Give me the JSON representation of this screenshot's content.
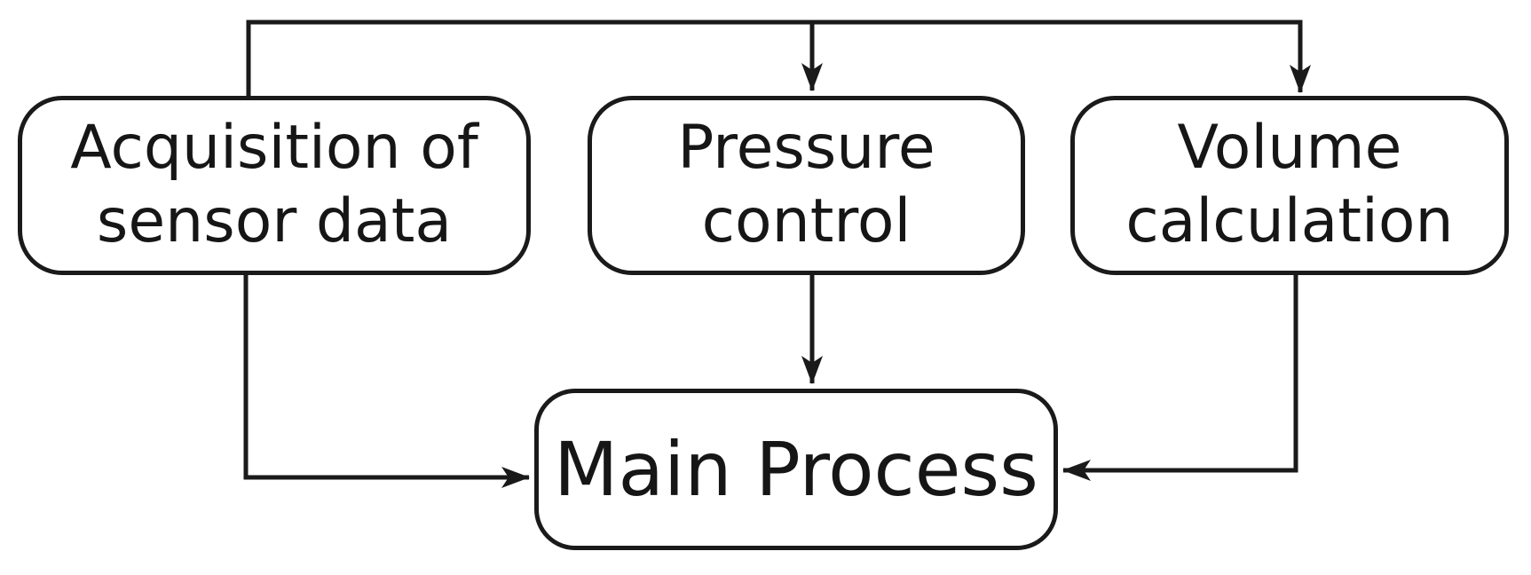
{
  "diagram": {
    "type": "flowchart",
    "colors": {
      "stroke": "#1a1a1a",
      "background": "#ffffff",
      "text": "#161616"
    },
    "nodes": {
      "acquisition": {
        "id": "acquisition",
        "label": "Acquisition of\nsensor data"
      },
      "pressure": {
        "id": "pressure",
        "label": "Pressure\ncontrol"
      },
      "volume": {
        "id": "volume",
        "label": "Volume\ncalculation"
      },
      "main": {
        "id": "main",
        "label": "Main Process"
      }
    },
    "edges": [
      {
        "from": "acquisition",
        "to": "pressure",
        "style": "arrow",
        "route": "top-rail"
      },
      {
        "from": "acquisition",
        "to": "volume",
        "style": "arrow",
        "route": "top-rail"
      },
      {
        "from": "pressure",
        "to": "main",
        "style": "arrow",
        "route": "straight-down"
      },
      {
        "from": "acquisition",
        "to": "main",
        "style": "arrow",
        "route": "down-then-right"
      },
      {
        "from": "volume",
        "to": "main",
        "style": "arrow",
        "route": "down-then-left"
      }
    ]
  }
}
